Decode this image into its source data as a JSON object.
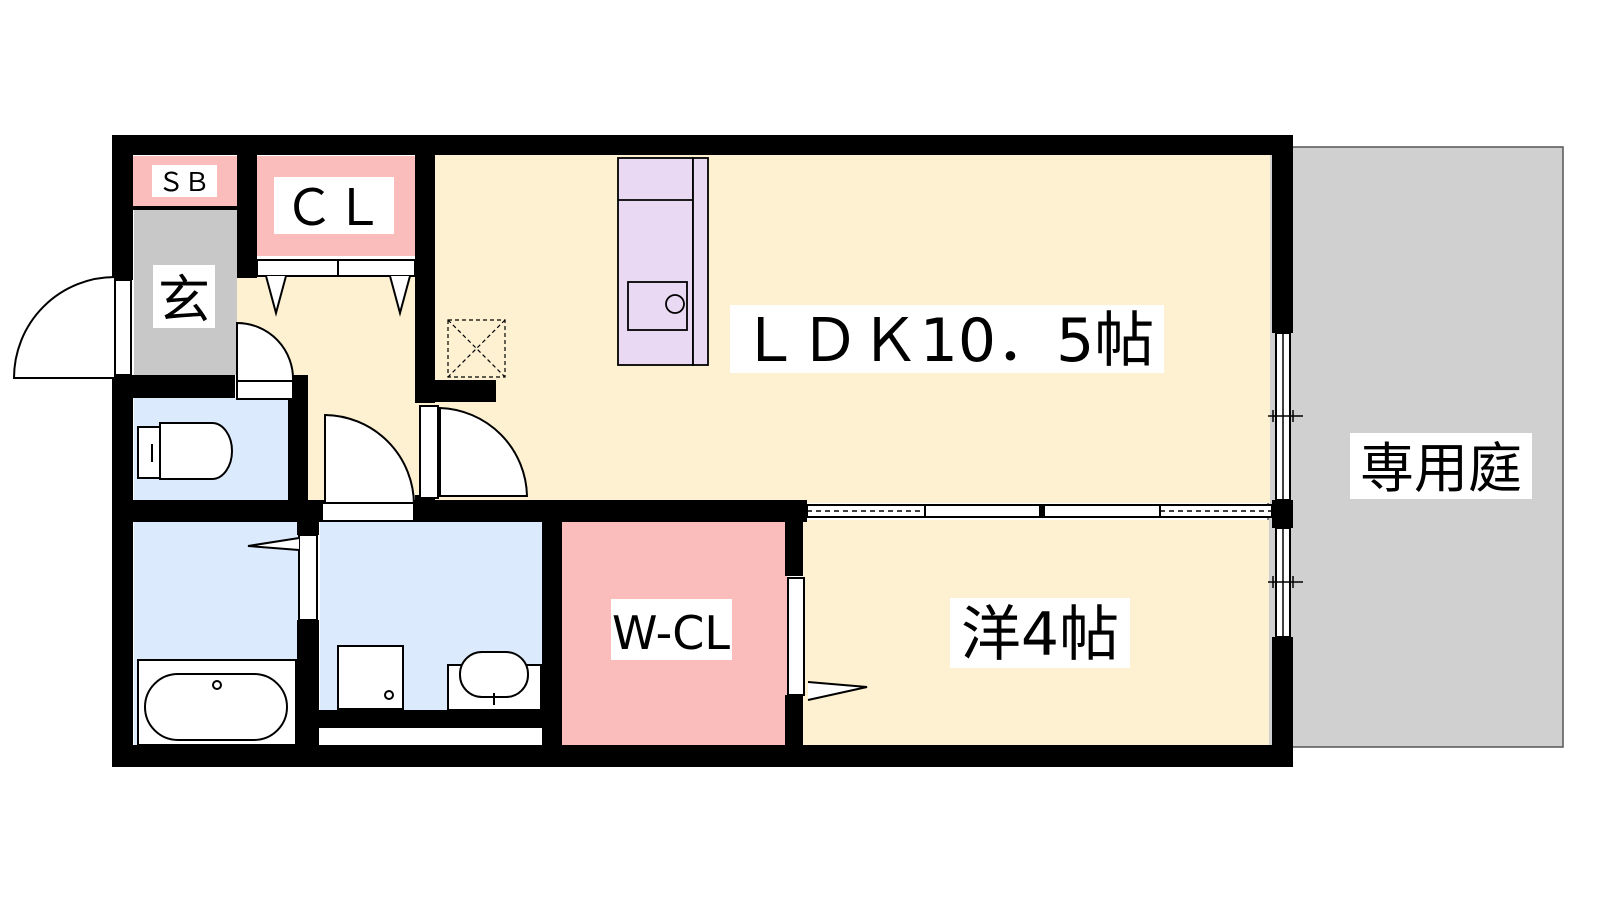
{
  "rooms": {
    "ldk": "ＬＤＫ10．5帖",
    "western": "洋4帖",
    "wcl": "W-CL",
    "cl": "ＣＬ",
    "sb": "ＳＢ",
    "entrance": "玄",
    "garden": "専用庭"
  },
  "colors": {
    "wall": "#000000",
    "ldk_floor": "#fdf1d1",
    "storage": "#fbbcbc",
    "wet_area": "#dbeafd",
    "entrance": "#c8c8c8",
    "garden": "#d0d0d0",
    "kitchen": "#ead9f2"
  }
}
